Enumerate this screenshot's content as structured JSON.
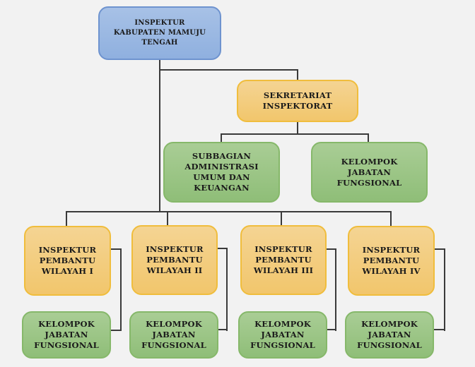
{
  "chart": {
    "root": {
      "label": "INSPEKTUR\nKABUPATEN MAMUJU\nTENGAH"
    },
    "secretariat": {
      "label": "SEKRETARIAT\nINSPEKTORAT"
    },
    "secretariat_children": [
      {
        "label": "SUBBAGIAN\nADMINISTRASI\nUMUM DAN\nKEUANGAN"
      },
      {
        "label": "KELOMPOK\nJABATAN\nFUNGSIONAL"
      }
    ],
    "assistants": [
      {
        "label": "INSPEKTUR\nPEMBANTU\nWILAYAH I",
        "group": "KELOMPOK\nJABATAN\nFUNGSIONAL"
      },
      {
        "label": "INSPEKTUR\nPEMBANTU\nWILAYAH II",
        "group": "KELOMPOK\nJABATAN\nFUNGSIONAL"
      },
      {
        "label": "INSPEKTUR\nPEMBANTU\nWILAYAH III",
        "group": "KELOMPOK\nJABATAN\nFUNGSIONAL"
      },
      {
        "label": "INSPEKTUR\nPEMBANTU\nWILAYAH IV",
        "group": "KELOMPOK\nJABATAN\nFUNGSIONAL"
      }
    ]
  },
  "colors": {
    "root": "#9bb8e2",
    "orange": "#f3cd80",
    "green": "#9cc686",
    "line": "#3a3a3a",
    "background": "#f2f2f2"
  }
}
